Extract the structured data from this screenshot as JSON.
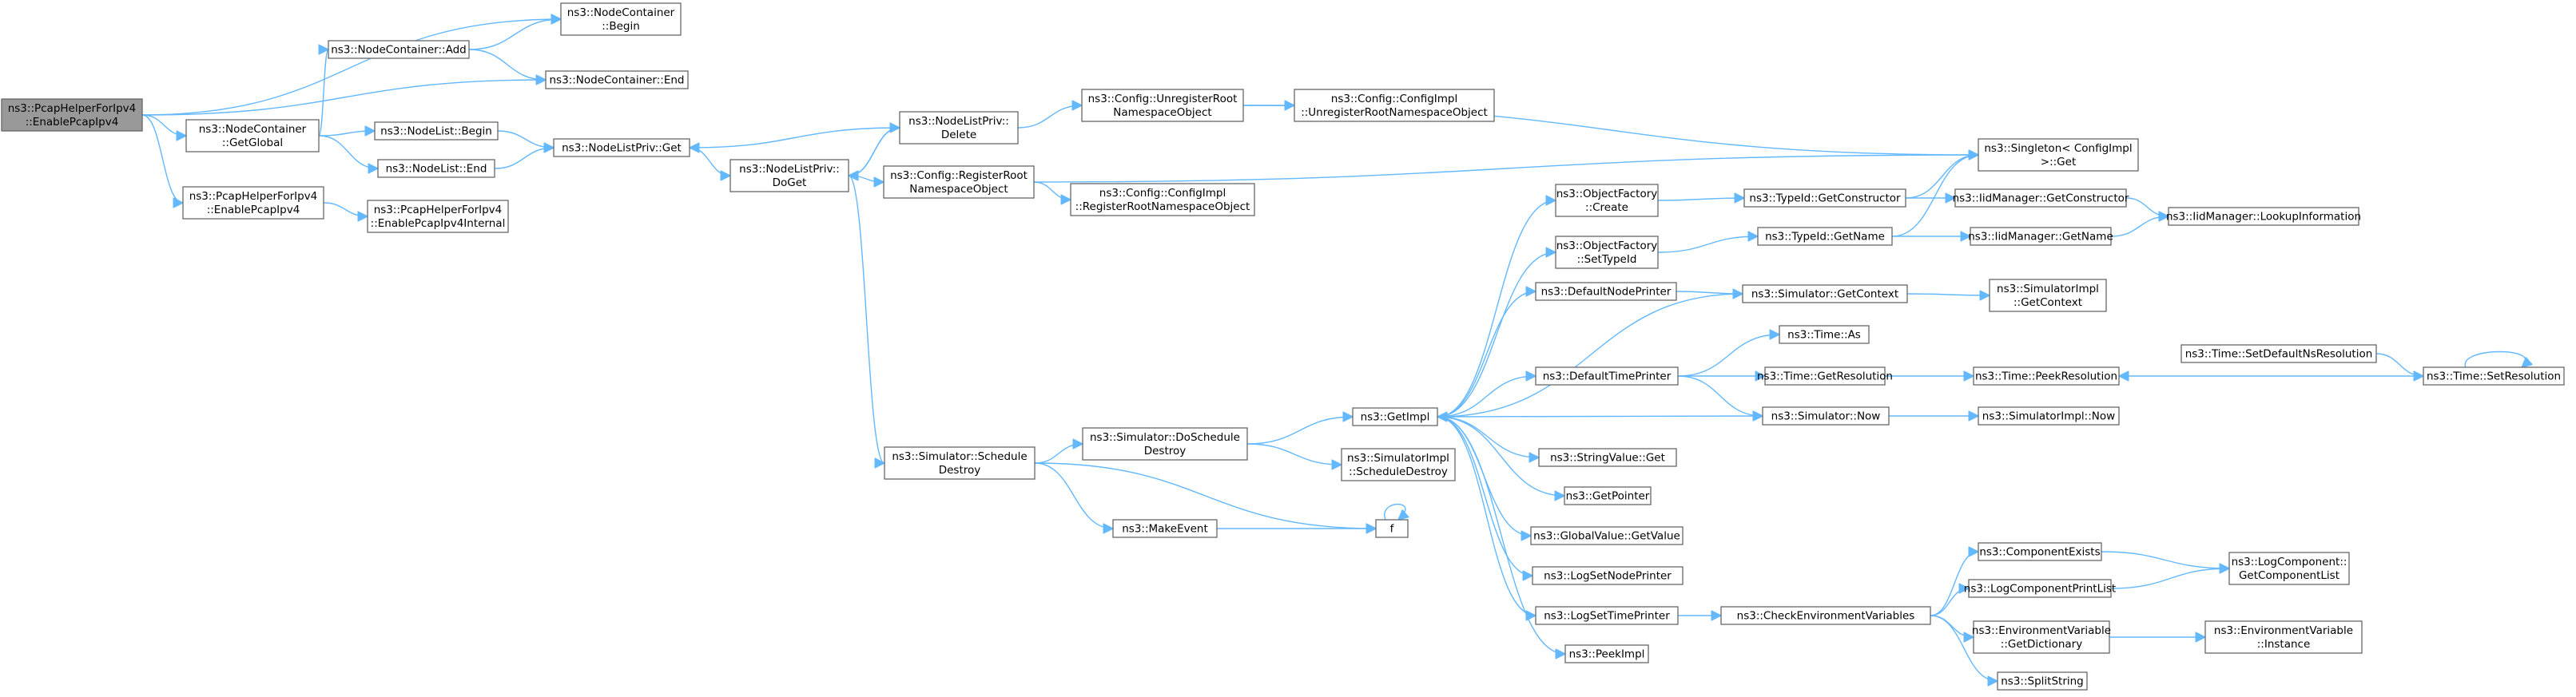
{
  "graph": {
    "colors": {
      "edge": "#63b8ff",
      "node_border": "#666666",
      "root_fill": "#999999",
      "node_fill": "#ffffff"
    },
    "nodes": [
      {
        "id": "root",
        "lines": [
          "ns3::PcapHelperForIpv4",
          "::EnablePcapIpv4"
        ],
        "root": true
      },
      {
        "id": "nc_begin",
        "lines": [
          "ns3::NodeContainer",
          "::Begin"
        ]
      },
      {
        "id": "nc_end",
        "lines": [
          "ns3::NodeContainer::End"
        ]
      },
      {
        "id": "nc_add",
        "lines": [
          "ns3::NodeContainer::Add"
        ]
      },
      {
        "id": "nc_getglobal",
        "lines": [
          "ns3::NodeContainer",
          "::GetGlobal"
        ]
      },
      {
        "id": "phi_enable",
        "lines": [
          "ns3::PcapHelperForIpv4",
          "::EnablePcapIpv4"
        ]
      },
      {
        "id": "phi_internal",
        "lines": [
          "ns3::PcapHelperForIpv4",
          "::EnablePcapIpv4Internal"
        ]
      },
      {
        "id": "nl_begin",
        "lines": [
          "ns3::NodeList::Begin"
        ]
      },
      {
        "id": "nl_end",
        "lines": [
          "ns3::NodeList::End"
        ]
      },
      {
        "id": "nlp_get",
        "lines": [
          "ns3::NodeListPriv::Get"
        ]
      },
      {
        "id": "nlp_doget",
        "lines": [
          "ns3::NodeListPriv::",
          "DoGet"
        ]
      },
      {
        "id": "nlp_delete",
        "lines": [
          "ns3::NodeListPriv::",
          "Delete"
        ]
      },
      {
        "id": "cfg_unreg",
        "lines": [
          "ns3::Config::UnregisterRoot",
          "NamespaceObject"
        ]
      },
      {
        "id": "cfgimpl_unreg",
        "lines": [
          "ns3::Config::ConfigImpl",
          "::UnregisterRootNamespaceObject"
        ]
      },
      {
        "id": "cfg_reg",
        "lines": [
          "ns3::Config::RegisterRoot",
          "NamespaceObject"
        ]
      },
      {
        "id": "cfgimpl_reg",
        "lines": [
          "ns3::Config::ConfigImpl",
          "::RegisterRootNamespaceObject"
        ]
      },
      {
        "id": "singleton",
        "lines": [
          "ns3::Singleton< ConfigImpl",
          " >::Get"
        ]
      },
      {
        "id": "sim_sched",
        "lines": [
          "ns3::Simulator::Schedule",
          "Destroy"
        ]
      },
      {
        "id": "sim_dosched",
        "lines": [
          "ns3::Simulator::DoSchedule",
          "Destroy"
        ]
      },
      {
        "id": "simimpl_sched",
        "lines": [
          "ns3::SimulatorImpl",
          "::ScheduleDestroy"
        ]
      },
      {
        "id": "makeevent",
        "lines": [
          "ns3::MakeEvent"
        ]
      },
      {
        "id": "f",
        "lines": [
          "f"
        ]
      },
      {
        "id": "getimpl",
        "lines": [
          "ns3::GetImpl"
        ]
      },
      {
        "id": "of_create",
        "lines": [
          "ns3::ObjectFactory",
          "::Create"
        ]
      },
      {
        "id": "of_settypeid",
        "lines": [
          "ns3::ObjectFactory",
          "::SetTypeId"
        ]
      },
      {
        "id": "defnodeprinter",
        "lines": [
          "ns3::DefaultNodePrinter"
        ]
      },
      {
        "id": "deftimeprinter",
        "lines": [
          "ns3::DefaultTimePrinter"
        ]
      },
      {
        "id": "stringvalue_get",
        "lines": [
          "ns3::StringValue::Get"
        ]
      },
      {
        "id": "getpointer",
        "lines": [
          "ns3::GetPointer"
        ]
      },
      {
        "id": "globalvalue",
        "lines": [
          "ns3::GlobalValue::GetValue"
        ]
      },
      {
        "id": "logsetnode",
        "lines": [
          "ns3::LogSetNodePrinter"
        ]
      },
      {
        "id": "logsettime",
        "lines": [
          "ns3::LogSetTimePrinter"
        ]
      },
      {
        "id": "peekimpl",
        "lines": [
          "ns3::PeekImpl"
        ]
      },
      {
        "id": "typeid_getctor",
        "lines": [
          "ns3::TypeId::GetConstructor"
        ]
      },
      {
        "id": "typeid_getname",
        "lines": [
          "ns3::TypeId::GetName"
        ]
      },
      {
        "id": "sim_getcontext",
        "lines": [
          "ns3::Simulator::GetContext"
        ]
      },
      {
        "id": "time_as",
        "lines": [
          "ns3::Time::As"
        ]
      },
      {
        "id": "time_getres",
        "lines": [
          "ns3::Time::GetResolution"
        ]
      },
      {
        "id": "sim_now",
        "lines": [
          "ns3::Simulator::Now"
        ]
      },
      {
        "id": "checkenv",
        "lines": [
          "ns3::CheckEnvironmentVariables"
        ]
      },
      {
        "id": "iid_getctor",
        "lines": [
          "ns3::IidManager::GetConstructor"
        ]
      },
      {
        "id": "iid_getname",
        "lines": [
          "ns3::IidManager::GetName"
        ]
      },
      {
        "id": "iid_lookup",
        "lines": [
          "ns3::IidManager::LookupInformation"
        ]
      },
      {
        "id": "simimpl_getcontext",
        "lines": [
          "ns3::SimulatorImpl",
          "::GetContext"
        ]
      },
      {
        "id": "time_peekres",
        "lines": [
          "ns3::Time::PeekResolution"
        ]
      },
      {
        "id": "simimpl_now",
        "lines": [
          "ns3::SimulatorImpl::Now"
        ]
      },
      {
        "id": "time_setdefns",
        "lines": [
          "ns3::Time::SetDefaultNsResolution"
        ]
      },
      {
        "id": "time_setres",
        "lines": [
          "ns3::Time::SetResolution"
        ]
      },
      {
        "id": "compexists",
        "lines": [
          "ns3::ComponentExists"
        ]
      },
      {
        "id": "logcompprint",
        "lines": [
          "ns3::LogComponentPrintList"
        ]
      },
      {
        "id": "envvar_getdict",
        "lines": [
          "ns3::EnvironmentVariable",
          "::GetDictionary"
        ]
      },
      {
        "id": "splitstring",
        "lines": [
          "ns3::SplitString"
        ]
      },
      {
        "id": "logcomp_getlist",
        "lines": [
          "ns3::LogComponent::",
          "GetComponentList"
        ]
      },
      {
        "id": "envvar_instance",
        "lines": [
          "ns3::EnvironmentVariable",
          "::Instance"
        ]
      }
    ],
    "edges": [
      [
        "root",
        "nc_begin"
      ],
      [
        "root",
        "nc_end"
      ],
      [
        "root",
        "nc_getglobal"
      ],
      [
        "root",
        "phi_enable"
      ],
      [
        "nc_getglobal",
        "nc_add"
      ],
      [
        "nc_getglobal",
        "nl_begin"
      ],
      [
        "nc_getglobal",
        "nl_end"
      ],
      [
        "nc_add",
        "nc_begin"
      ],
      [
        "nc_add",
        "nc_end"
      ],
      [
        "phi_enable",
        "phi_internal"
      ],
      [
        "nl_begin",
        "nlp_get"
      ],
      [
        "nl_end",
        "nlp_get"
      ],
      [
        "nlp_get",
        "nlp_doget"
      ],
      [
        "nlp_doget",
        "nlp_delete"
      ],
      [
        "nlp_doget",
        "cfg_reg"
      ],
      [
        "nlp_doget",
        "sim_sched"
      ],
      [
        "nlp_delete",
        "nlp_doget"
      ],
      [
        "nlp_delete",
        "nlp_get"
      ],
      [
        "nlp_delete",
        "cfg_unreg"
      ],
      [
        "cfg_unreg",
        "cfgimpl_unreg"
      ],
      [
        "cfg_unreg",
        "singleton"
      ],
      [
        "cfg_reg",
        "cfgimpl_reg"
      ],
      [
        "cfg_reg",
        "singleton"
      ],
      [
        "sim_sched",
        "sim_dosched"
      ],
      [
        "sim_sched",
        "makeevent"
      ],
      [
        "sim_sched",
        "f"
      ],
      [
        "sim_dosched",
        "getimpl"
      ],
      [
        "sim_dosched",
        "simimpl_sched"
      ],
      [
        "makeevent",
        "f"
      ],
      [
        "f",
        "f"
      ],
      [
        "getimpl",
        "of_create"
      ],
      [
        "getimpl",
        "of_settypeid"
      ],
      [
        "getimpl",
        "defnodeprinter"
      ],
      [
        "getimpl",
        "deftimeprinter"
      ],
      [
        "getimpl",
        "stringvalue_get"
      ],
      [
        "getimpl",
        "getpointer"
      ],
      [
        "getimpl",
        "globalvalue"
      ],
      [
        "getimpl",
        "logsetnode"
      ],
      [
        "getimpl",
        "logsettime"
      ],
      [
        "getimpl",
        "peekimpl"
      ],
      [
        "getimpl",
        "sim_now"
      ],
      [
        "of_create",
        "typeid_getctor"
      ],
      [
        "of_settypeid",
        "typeid_getname"
      ],
      [
        "defnodeprinter",
        "sim_getcontext"
      ],
      [
        "sim_getcontext",
        "getimpl"
      ],
      [
        "deftimeprinter",
        "time_as"
      ],
      [
        "deftimeprinter",
        "time_getres"
      ],
      [
        "deftimeprinter",
        "sim_now"
      ],
      [
        "typeid_getctor",
        "singleton"
      ],
      [
        "typeid_getctor",
        "iid_getctor"
      ],
      [
        "typeid_getname",
        "singleton"
      ],
      [
        "typeid_getname",
        "iid_getname"
      ],
      [
        "iid_getctor",
        "iid_lookup"
      ],
      [
        "iid_getname",
        "iid_lookup"
      ],
      [
        "sim_getcontext",
        "simimpl_getcontext"
      ],
      [
        "time_getres",
        "time_peekres"
      ],
      [
        "sim_now",
        "simimpl_now"
      ],
      [
        "time_setdefns",
        "time_setres"
      ],
      [
        "time_setres",
        "time_peekres"
      ],
      [
        "time_setres",
        "time_setres"
      ],
      [
        "logsettime",
        "checkenv"
      ],
      [
        "checkenv",
        "compexists"
      ],
      [
        "checkenv",
        "logcompprint"
      ],
      [
        "checkenv",
        "envvar_getdict"
      ],
      [
        "checkenv",
        "splitstring"
      ],
      [
        "compexists",
        "logcomp_getlist"
      ],
      [
        "logcompprint",
        "logcomp_getlist"
      ],
      [
        "envvar_getdict",
        "envvar_instance"
      ]
    ]
  }
}
